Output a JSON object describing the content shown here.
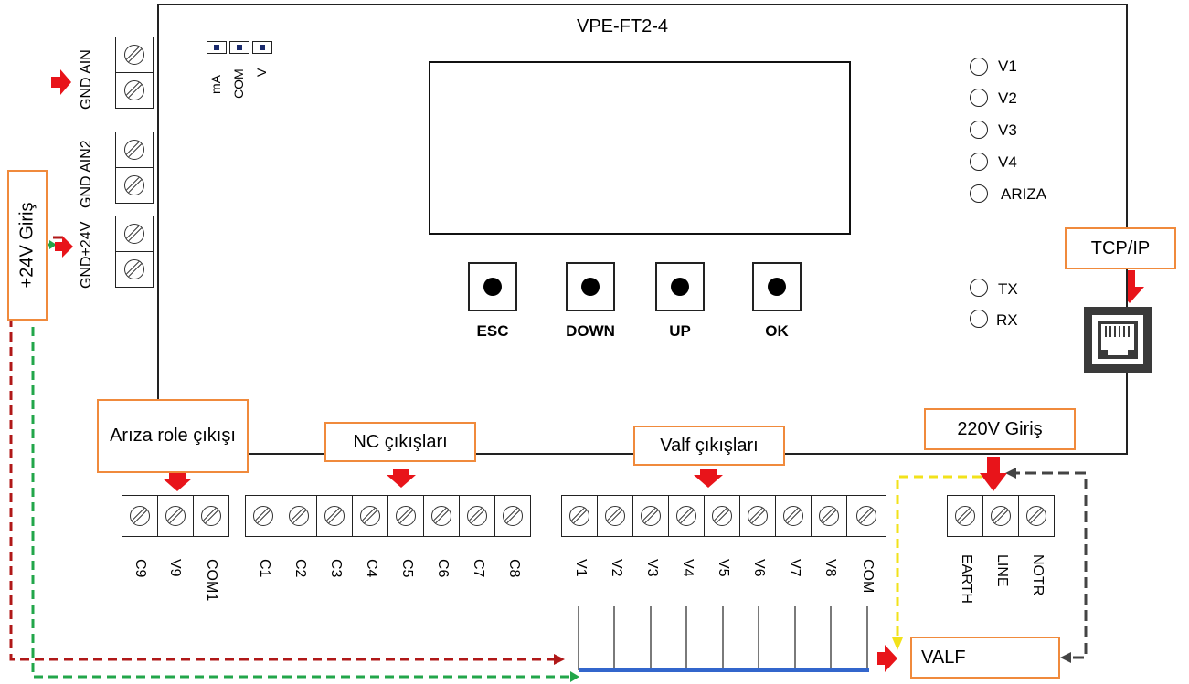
{
  "device_title": "VPE-FT2-4",
  "buttons": [
    "ESC",
    "DOWN",
    "UP",
    "OK"
  ],
  "leds_top": [
    "V1",
    "V2",
    "V3",
    "V4",
    "ARIZA"
  ],
  "leds_comm": [
    "TX",
    "RX"
  ],
  "jumper_labels": [
    "mA",
    "COM",
    "V"
  ],
  "left_terminal_labels": [
    "GND AIN",
    "GND AIN2",
    "GND+24V"
  ],
  "callouts": {
    "supply_24v": "+24V Giriş",
    "tcpip": "TCP/IP",
    "fault_relay": "Arıza role çıkışı",
    "nc_outputs": "NC çıkışları",
    "valve_outputs": "Valf çıkışları",
    "supply_220v": "220V Giriş",
    "valve": "VALF"
  },
  "fault_terminals": [
    "C9",
    "V9",
    "COM1"
  ],
  "nc_terminals": [
    "C1",
    "C2",
    "C3",
    "C4",
    "C5",
    "C6",
    "C7",
    "C8"
  ],
  "valve_terminals": [
    "V1",
    "V2",
    "V3",
    "V4",
    "V5",
    "V6",
    "V7",
    "V8",
    "COM"
  ],
  "power_terminals": [
    "EARTH",
    "LINE",
    "NOTR"
  ],
  "colors": {
    "arrow": "#e8141a",
    "callout_border": "#f08a3c",
    "wire_red": "#b01818",
    "wire_green": "#22a64a",
    "wire_yellow": "#f2e21a",
    "wire_gray": "#444444",
    "bus_blue": "#3366cc"
  }
}
